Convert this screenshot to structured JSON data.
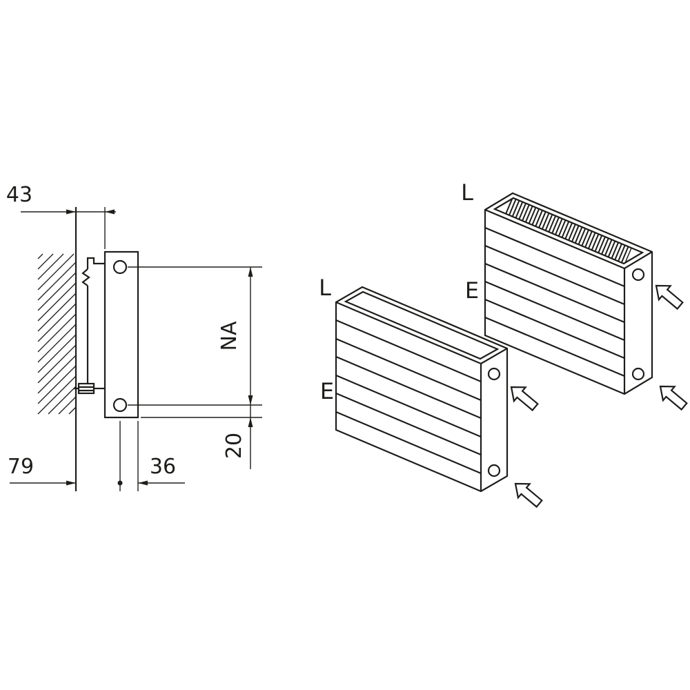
{
  "side_view": {
    "dims": {
      "wall_clearance": "43",
      "hub_distance": "NA",
      "hub_to_bottom": "20",
      "wall_offset": "79",
      "hub_to_front": "36"
    }
  },
  "front_radiator": {
    "top_label": "L",
    "side_label": "E"
  },
  "rear_radiator": {
    "top_label": "L",
    "side_label": "E"
  },
  "colors": {
    "line": "#1d1d1b",
    "background": "#ffffff"
  }
}
